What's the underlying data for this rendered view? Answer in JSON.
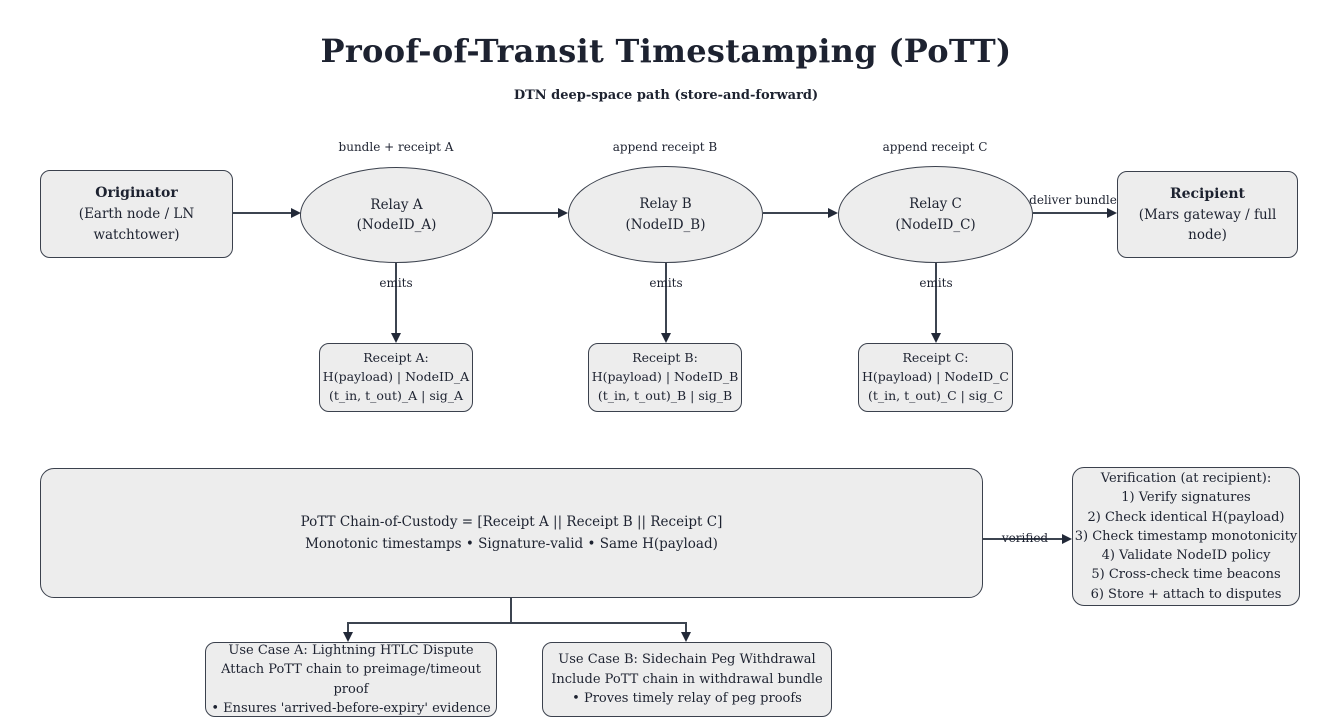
{
  "title": "Proof-of-Transit Timestamping (PoTT)",
  "subtitle": "DTN deep-space path (store-and-forward)",
  "colors": {
    "background": "#ffffff",
    "node_fill": "#ededed",
    "node_border": "#3b414d",
    "text": "#1d2230",
    "arrow": "#3c4450"
  },
  "nodes": {
    "originator": {
      "title": "Originator",
      "subtitle": "(Earth node / LN watchtower)"
    },
    "relay_a": {
      "line1": "Relay A",
      "line2": "(NodeID_A)"
    },
    "relay_b": {
      "line1": "Relay B",
      "line2": "(NodeID_B)"
    },
    "relay_c": {
      "line1": "Relay C",
      "line2": "(NodeID_C)"
    },
    "recipient": {
      "title": "Recipient",
      "subtitle": "(Mars gateway / full node)"
    }
  },
  "edge_labels": {
    "to_relay_a": "bundle + receipt A",
    "to_relay_b": "append receipt B",
    "to_relay_c": "append receipt C",
    "to_recipient": "deliver bundle",
    "emits_a": "emits",
    "emits_b": "emits",
    "emits_c": "emits",
    "verified": "verified"
  },
  "receipts": {
    "a": {
      "line1": "Receipt A:",
      "line2": "H(payload) | NodeID_A",
      "line3": "(t_in, t_out)_A | sig_A"
    },
    "b": {
      "line1": "Receipt B:",
      "line2": "H(payload) | NodeID_B",
      "line3": "(t_in, t_out)_B | sig_B"
    },
    "c": {
      "line1": "Receipt C:",
      "line2": "H(payload) | NodeID_C",
      "line3": "(t_in, t_out)_C | sig_C"
    }
  },
  "chain_box": {
    "line1": "PoTT Chain-of-Custody = [Receipt A || Receipt B || Receipt C]",
    "line2": "Monotonic timestamps • Signature-valid • Same H(payload)"
  },
  "verification_box": {
    "title": "Verification (at recipient):",
    "steps": [
      "1) Verify signatures",
      "2) Check identical H(payload)",
      "3) Check timestamp monotonicity",
      "4) Validate NodeID policy",
      "5) Cross-check time beacons",
      "6) Store + attach to disputes"
    ]
  },
  "use_case_a": {
    "line1": "Use Case A: Lightning HTLC Dispute",
    "line2": "Attach PoTT chain to preimage/timeout proof",
    "line3": "• Ensures 'arrived-before-expiry' evidence"
  },
  "use_case_b": {
    "line1": "Use Case B: Sidechain Peg Withdrawal",
    "line2": "Include PoTT chain in withdrawal bundle",
    "line3": "• Proves timely relay of peg proofs"
  }
}
